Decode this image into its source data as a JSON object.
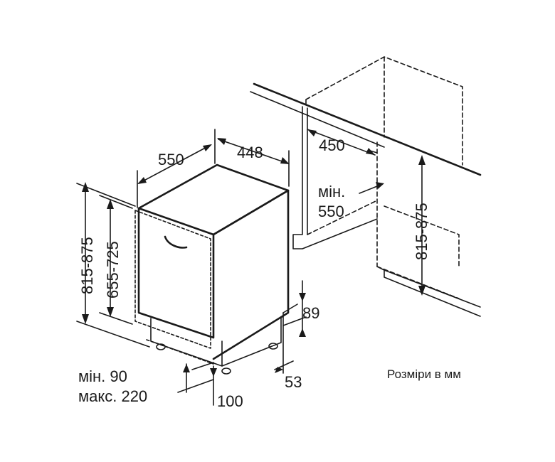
{
  "labels": {
    "depth": "550",
    "width": "448",
    "niche_width": "450",
    "niche_depth_prefix": "мін.",
    "niche_depth": "550",
    "niche_height": "815-875",
    "height": "815-875",
    "door_height": "655-725",
    "plinth_height": "89",
    "plinth_setback": "53",
    "plinth_min": "мін. 90",
    "plinth_max": "макс. 220",
    "foot": "100",
    "units_note": "Розміри в мм"
  }
}
